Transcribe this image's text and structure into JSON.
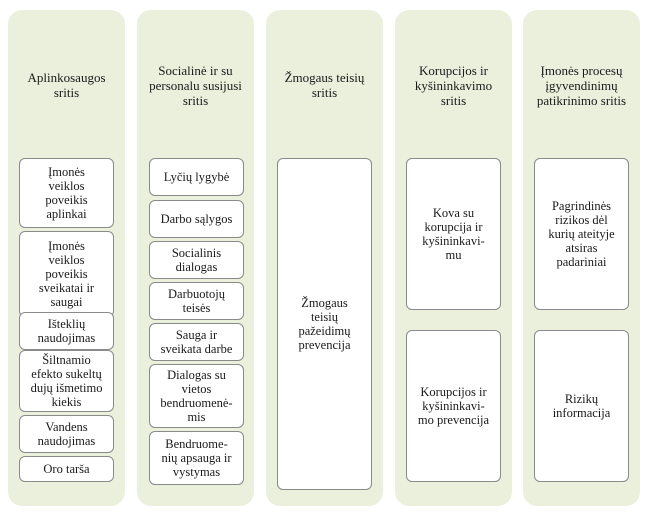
{
  "columns": [
    {
      "title": "Aplinkosaugos\nsritis",
      "items": [
        "Įmonės\nveiklos\npoveikis\naplinkai",
        "Įmonės\nveiklos\npoveikis\nsveikatai ir\nsaugai",
        "Išteklių\nnaudojimas",
        "Šiltnamio\nefekto sukeltų\ndujų išmetimo\nkiekis",
        "Vandens\nnaudojimas",
        "Oro tarša"
      ]
    },
    {
      "title": "Socialinė ir su\npersonalu susijusi\nsritis",
      "items": [
        "Lyčių lygybė",
        "Darbo sąlygos",
        "Socialinis\ndialogas",
        "Darbuotojų\nteisės",
        "Sauga ir\nsveikata darbe",
        "Dialogas su\nvietos\nbendruomenė-\nmis",
        "Bendruome-\nnių apsauga ir\nvystymas"
      ]
    },
    {
      "title": "Žmogaus teisių\nsritis",
      "items": [
        "Žmogaus\nteisių\npažeidimų\nprevencija"
      ]
    },
    {
      "title": "Korupcijos ir\nkyšininkavimo\nsritis",
      "items": [
        "Kova su\nkorupcija ir\nkyšininkavi-\nmu",
        "Korupcijos ir\nkyšininkavi-\nmo prevencija"
      ]
    },
    {
      "title": "Įmonės procesų\nįgyvendinimų\npatikrinimo sritis",
      "items": [
        "Pagrindinės\nrizikos dėl\nkurių ateityje\natsiras\npadariniai",
        "Rizikų\ninformacija"
      ]
    }
  ]
}
